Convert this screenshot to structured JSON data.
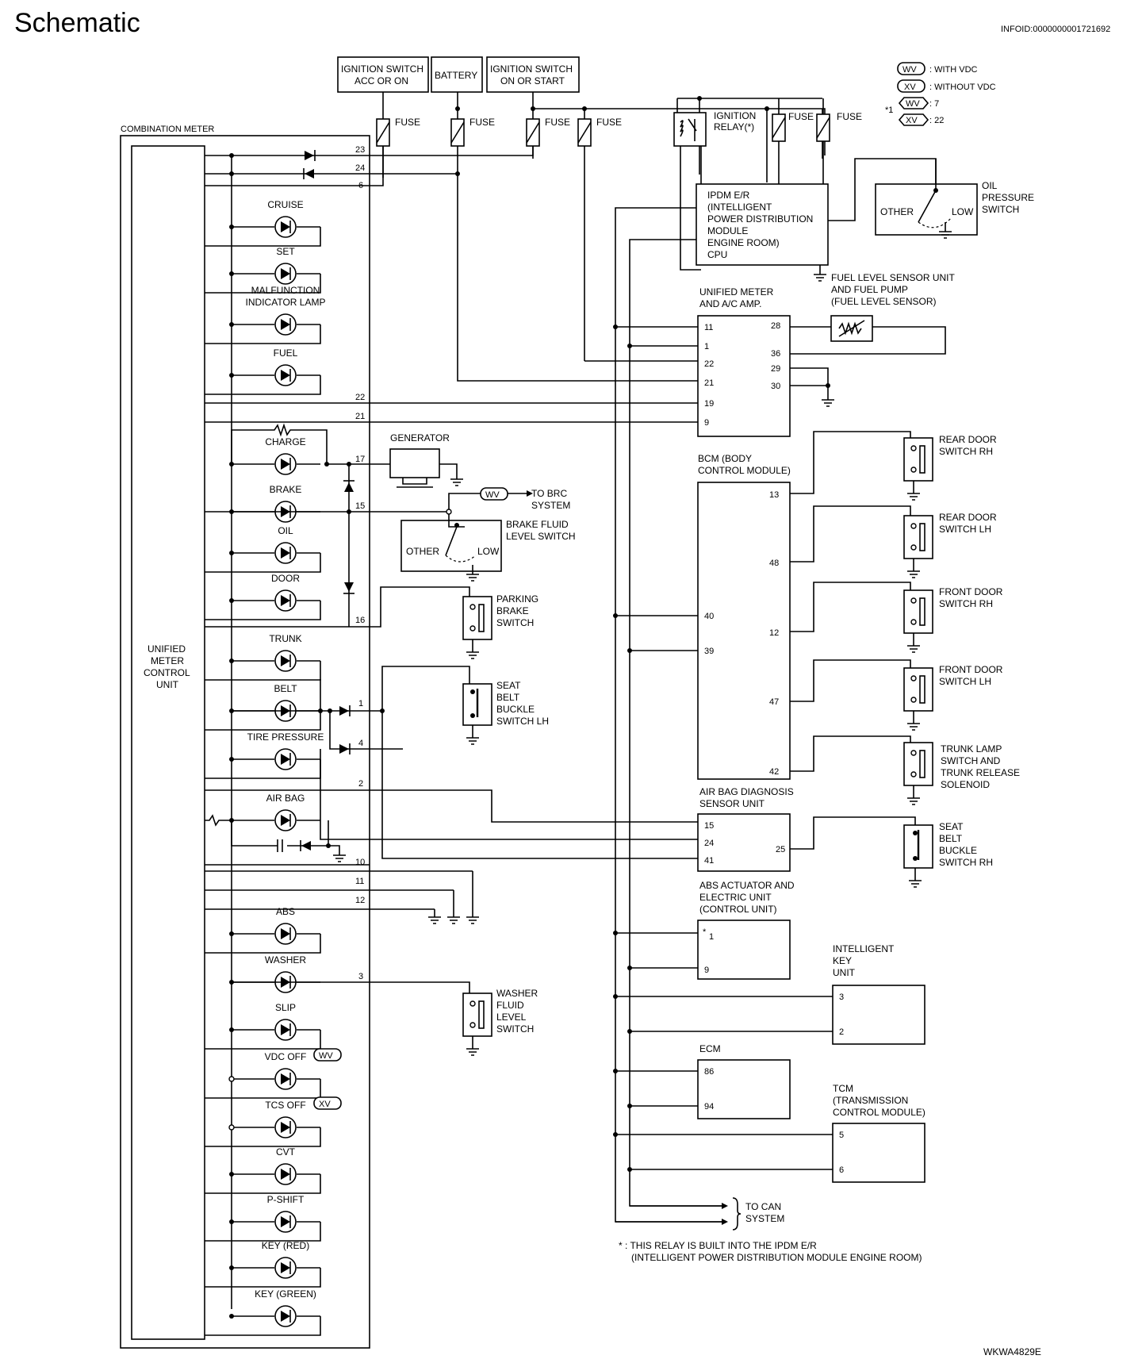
{
  "title": "Schematic",
  "info_id": "INFOID:0000000001721692",
  "image_code": "WKWA4829E",
  "legend": {
    "wv_tag": "WV",
    "wv_desc": ": WITH VDC",
    "xv_tag": "XV",
    "xv_desc": ": WITHOUT VDC",
    "star_sub": "*1",
    "wv_pin": ": 7",
    "xv_pin": ": 22"
  },
  "power": {
    "ign_acc_line1": "IGNITION SWITCH",
    "ign_acc_line2": "ACC OR ON",
    "battery": "BATTERY",
    "ign_on_line1": "IGNITION SWITCH",
    "ign_on_line2": "ON OR START",
    "fuse": "FUSE",
    "relay_line1": "IGNITION",
    "relay_line2": "RELAY(*)"
  },
  "combination_meter": {
    "title": "COMBINATION METER",
    "unit_line1": "UNIFIED",
    "unit_line2": "METER",
    "unit_line3": "CONTROL",
    "unit_line4": "UNIT",
    "pins": [
      "23",
      "24",
      "6",
      "22",
      "21",
      "17",
      "15",
      "16",
      "1",
      "4",
      "2",
      "10",
      "11",
      "12",
      "3"
    ],
    "lamps": [
      "CRUISE",
      "SET",
      "MALFUNCTION",
      "INDICATOR LAMP",
      "FUEL",
      "CHARGE",
      "BRAKE",
      "OIL",
      "DOOR",
      "TRUNK",
      "BELT",
      "TIRE PRESSURE",
      "AIR BAG",
      "ABS",
      "WASHER",
      "SLIP",
      "VDC OFF",
      "TCS OFF",
      "CVT",
      "P-SHIFT",
      "KEY (RED)",
      "KEY (GREEN)"
    ]
  },
  "ipdm": {
    "line1": "IPDM E/R",
    "line2": "(INTELLIGENT",
    "line3": "POWER DISTRIBUTION",
    "line4": "MODULE",
    "line5": "ENGINE ROOM)",
    "line6": "CPU"
  },
  "oil_switch": {
    "line1": "OIL",
    "line2": "PRESSURE",
    "line3": "SWITCH",
    "other": "OTHER",
    "low": "LOW"
  },
  "fuel_sensor": {
    "line1": "FUEL LEVEL SENSOR UNIT",
    "line2": "AND FUEL PUMP",
    "line3": "(FUEL LEVEL SENSOR)"
  },
  "unified_amp": {
    "line1": "UNIFIED METER",
    "line2": "AND A/C AMP.",
    "left_pins": [
      "11",
      "1",
      "22",
      "21",
      "19",
      "9"
    ],
    "right_pins": [
      "28",
      "36",
      "29",
      "30"
    ]
  },
  "generator": "GENERATOR",
  "brc": {
    "line1": "TO BRC",
    "line2": "SYSTEM",
    "tag": "WV"
  },
  "brake_fluid": {
    "line1": "BRAKE FLUID",
    "line2": "LEVEL SWITCH",
    "other": "OTHER",
    "low": "LOW"
  },
  "parking_brake": {
    "line1": "PARKING",
    "line2": "BRAKE",
    "line3": "SWITCH"
  },
  "seat_belt_lh": {
    "line1": "SEAT",
    "line2": "BELT",
    "line3": "BUCKLE",
    "line4": "SWITCH LH"
  },
  "washer_fluid": {
    "line1": "WASHER",
    "line2": "FLUID",
    "line3": "LEVEL",
    "line4": "SWITCH"
  },
  "bcm": {
    "line1": "BCM (BODY",
    "line2": "CONTROL MODULE)",
    "right_pins": [
      "13",
      "48",
      "12",
      "47",
      "42"
    ],
    "left_pins": [
      "40",
      "39"
    ]
  },
  "door_switches": [
    {
      "line1": "REAR DOOR",
      "line2": "SWITCH RH",
      "line3": ""
    },
    {
      "line1": "REAR DOOR",
      "line2": "SWITCH LH",
      "line3": ""
    },
    {
      "line1": "FRONT DOOR",
      "line2": "SWITCH RH",
      "line3": ""
    },
    {
      "line1": "FRONT DOOR",
      "line2": "SWITCH LH",
      "line3": ""
    }
  ],
  "trunk_lamp": {
    "line1": "TRUNK LAMP",
    "line2": "SWITCH AND",
    "line3": "TRUNK RELEASE",
    "line4": "SOLENOID"
  },
  "airbag_unit": {
    "line1": "AIR BAG DIAGNOSIS",
    "line2": "SENSOR UNIT",
    "pins": [
      "15",
      "24",
      "41",
      "25"
    ]
  },
  "seat_belt_rh": {
    "line1": "SEAT",
    "line2": "BELT",
    "line3": "BUCKLE",
    "line4": "SWITCH RH"
  },
  "abs_unit": {
    "line1": "ABS ACTUATOR AND",
    "line2": "ELECTRIC UNIT",
    "line3": "(CONTROL UNIT)",
    "star": "*",
    "pin1": "1",
    "pin9": "9"
  },
  "intelligent_key": {
    "line1": "INTELLIGENT",
    "line2": "KEY",
    "line3": "UNIT",
    "pins": [
      "3",
      "2"
    ]
  },
  "ecm": {
    "title": "ECM",
    "pins": [
      "86",
      "94"
    ]
  },
  "tcm": {
    "line1": "TCM",
    "line2": "(TRANSMISSION",
    "line3": "CONTROL MODULE)",
    "pins": [
      "5",
      "6"
    ]
  },
  "can": {
    "line1": "TO CAN",
    "line2": "SYSTEM"
  },
  "footnote": {
    "line1": "* : THIS RELAY IS BUILT INTO THE IPDM E/R",
    "line2": "(INTELLIGENT POWER DISTRIBUTION MODULE ENGINE ROOM)"
  }
}
